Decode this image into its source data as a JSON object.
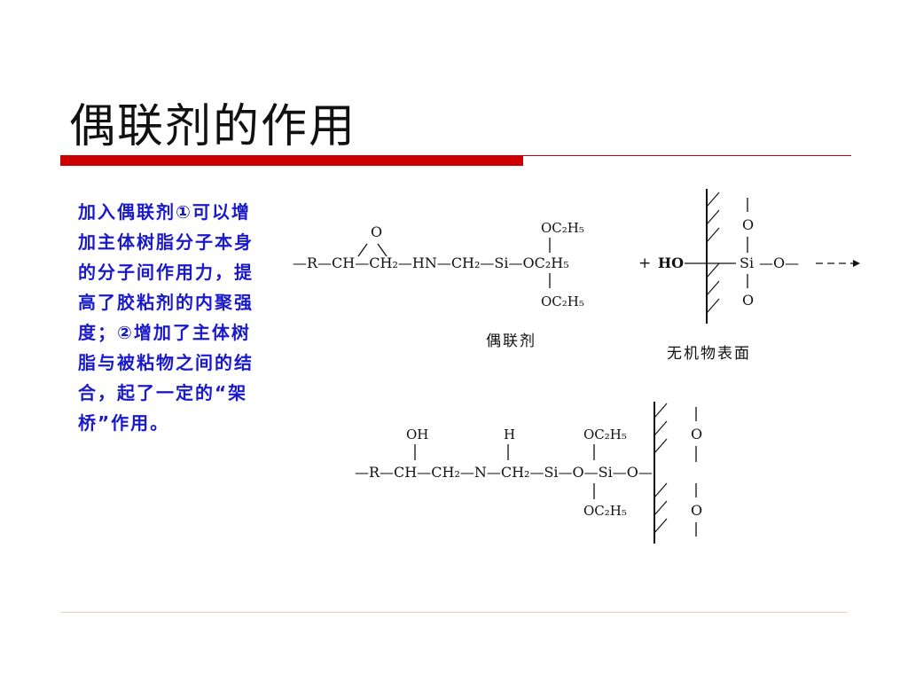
{
  "slide": {
    "title": "偶联剂的作用",
    "body_text": "加入偶联剂①可以增加主体树脂分子本身的分子间作用力，提高了胶粘剂的内聚强度；②增加了主体树脂与被粘物之间的结合，起了一定的“架桥”作用。"
  },
  "diagram": {
    "caption_coupling_agent": "偶联剂",
    "caption_inorganic_surface": "无机物表面",
    "reaction1": {
      "epoxide_o": "O",
      "chain": [
        "—R—",
        "CH",
        "—CH₂—HN—CH₂—",
        "Si",
        "—OC₂H₅"
      ],
      "upper_sub": "OC₂H₅",
      "lower_sub": "OC₂H₅",
      "plus": "+",
      "ho": "HO",
      "surface_si": "Si",
      "surface_o_top": "O",
      "surface_o_bottom": "O",
      "surface_o_right": "—O—"
    },
    "reaction2": {
      "oh_label": "OH",
      "h_label": "H",
      "chain": [
        "—R—",
        "CH",
        "—CH₂—",
        "N",
        "—CH₂—",
        "Si",
        "—O—",
        "Si",
        "—O—"
      ],
      "upper_sub": "OC₂H₅",
      "lower_sub": "OC₂H₅",
      "surface_o_top": "O",
      "surface_o_bottom": "O"
    }
  }
}
